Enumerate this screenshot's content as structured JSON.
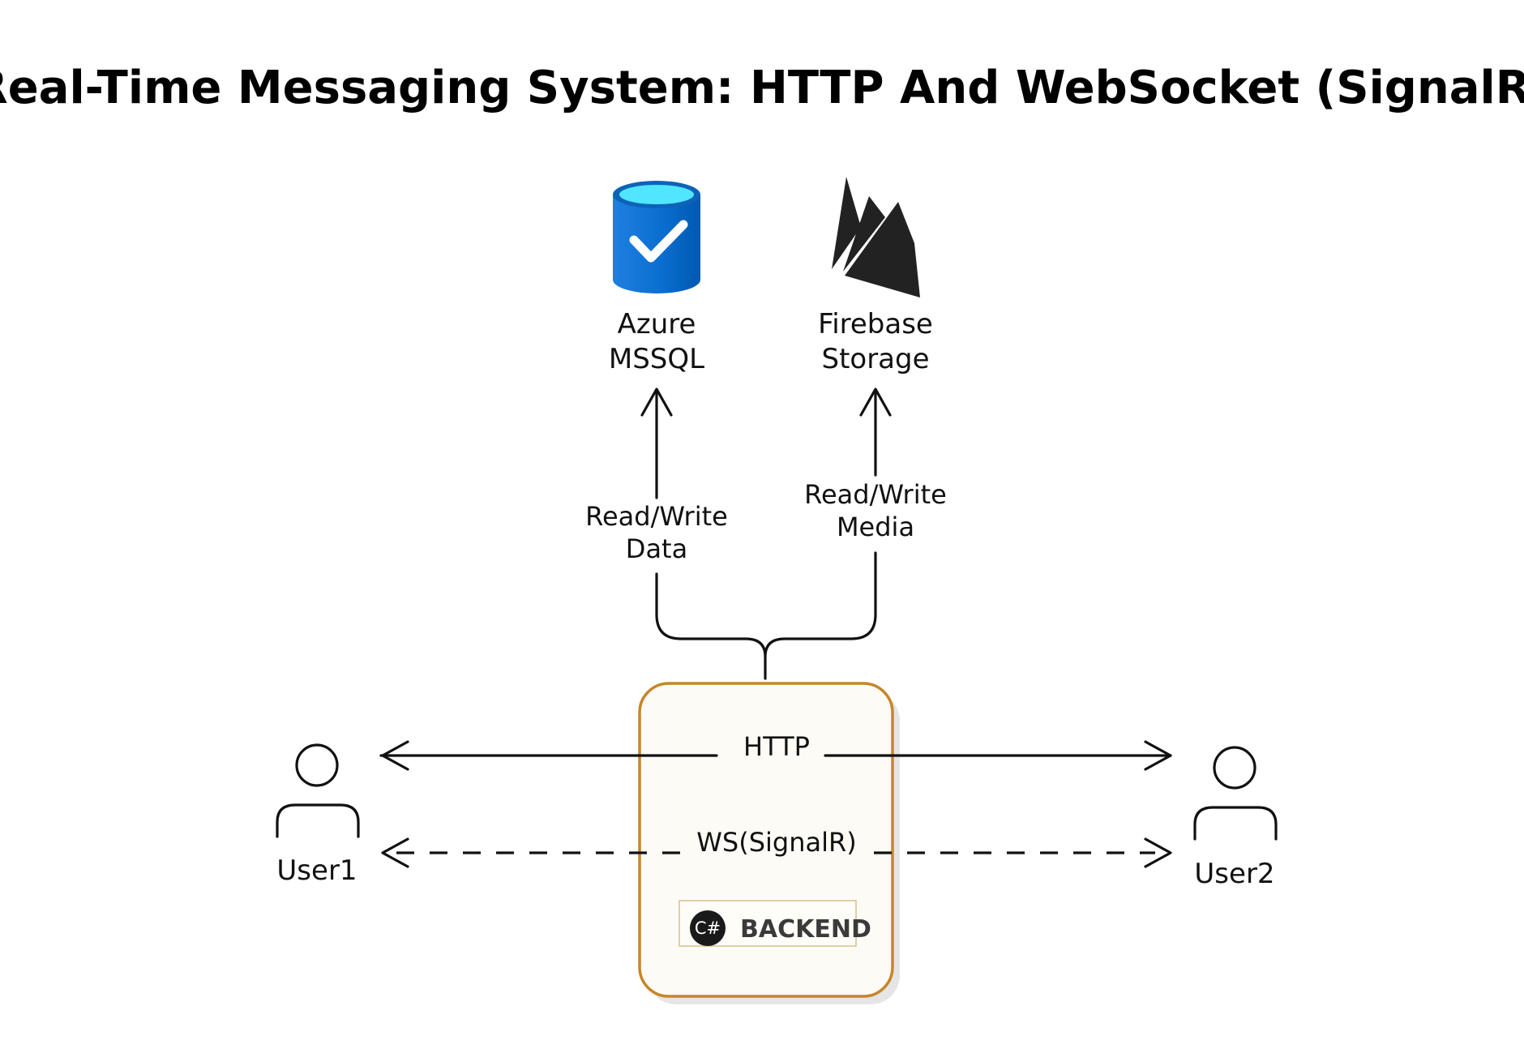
{
  "title": "Real-Time Messaging System: HTTP And WebSocket (SignalR)",
  "nodes": {
    "azure": {
      "line1": "Azure",
      "line2": "MSSQL",
      "icon": "azure-sql-database-icon"
    },
    "firebase": {
      "line1": "Firebase",
      "line2": "Storage",
      "icon": "firebase-icon"
    },
    "backend": {
      "label": "BACKEND",
      "badge": "C#",
      "icon": "csharp-icon"
    },
    "user1": {
      "label": "User1",
      "icon": "user-icon"
    },
    "user2": {
      "label": "User2",
      "icon": "user-icon"
    }
  },
  "edges": {
    "data": {
      "line1": "Read/Write",
      "line2": "Data"
    },
    "media": {
      "line1": "Read/Write",
      "line2": "Media"
    },
    "http": {
      "label": "HTTP"
    },
    "ws": {
      "label": "WS(SignalR)"
    }
  },
  "colors": {
    "backend_border": "#c6862a",
    "backend_fill": "#fcfbf5",
    "azure_blue": "#0078d4",
    "azure_top": "#50e6ff",
    "firebase_dark": "#222222"
  }
}
